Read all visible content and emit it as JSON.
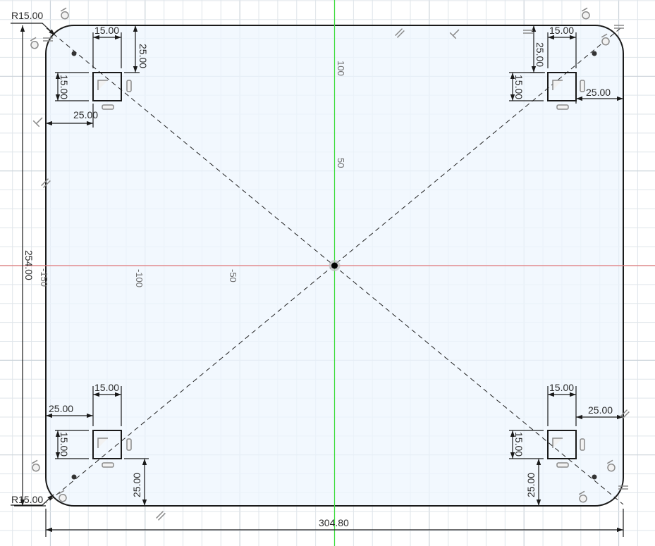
{
  "sketch": {
    "colors": {
      "profile_fill": "#eef6fd",
      "x_axis": "#e07878",
      "y_axis": "#3ddc3d",
      "sketch_line": "#1a1a1a",
      "grid": "#dfe5ea"
    },
    "axis_labels": {
      "y_100": "100",
      "y_50": "50",
      "x_neg50": "-50",
      "x_neg100": "-100",
      "x_neg150": "-150"
    },
    "dimensions": {
      "radius_top": "R15.00",
      "radius_bottom": "R15.00",
      "height": "254.00",
      "width": "304.80",
      "tl_square_width": "15.00",
      "tl_square_height": "15.00",
      "tl_from_top": "25.00",
      "tl_from_left": "25.00",
      "tr_square_width": "15.00",
      "tr_square_height": "15.00",
      "tr_from_top": "25.00",
      "tr_from_right": "25.00",
      "bl_square_width": "15.00",
      "bl_square_height": "15.00",
      "bl_from_bottom": "25.00",
      "bl_from_left": "25.00",
      "br_square_width": "15.00",
      "br_square_height": "15.00",
      "br_from_bottom": "25.00",
      "br_from_right": "25.00"
    }
  }
}
